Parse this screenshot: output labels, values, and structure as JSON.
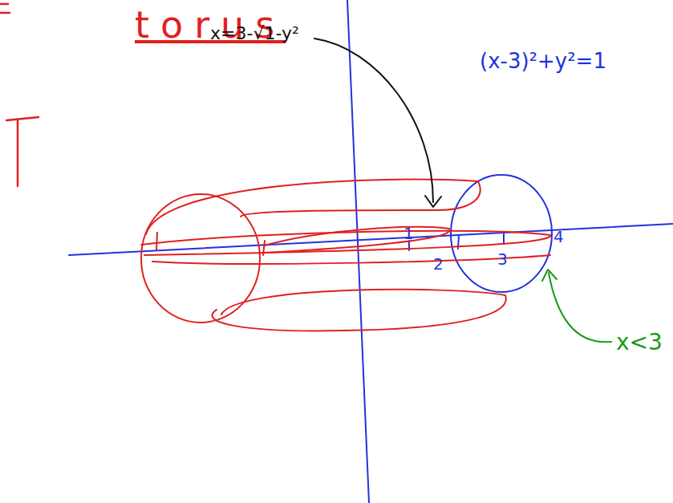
{
  "diagram": {
    "title": "torus",
    "labels": [
      "x=3-√1-y²",
      "(x-3)²+y²=1",
      "1",
      "2",
      "3",
      "4",
      "x<3"
    ]
  }
}
